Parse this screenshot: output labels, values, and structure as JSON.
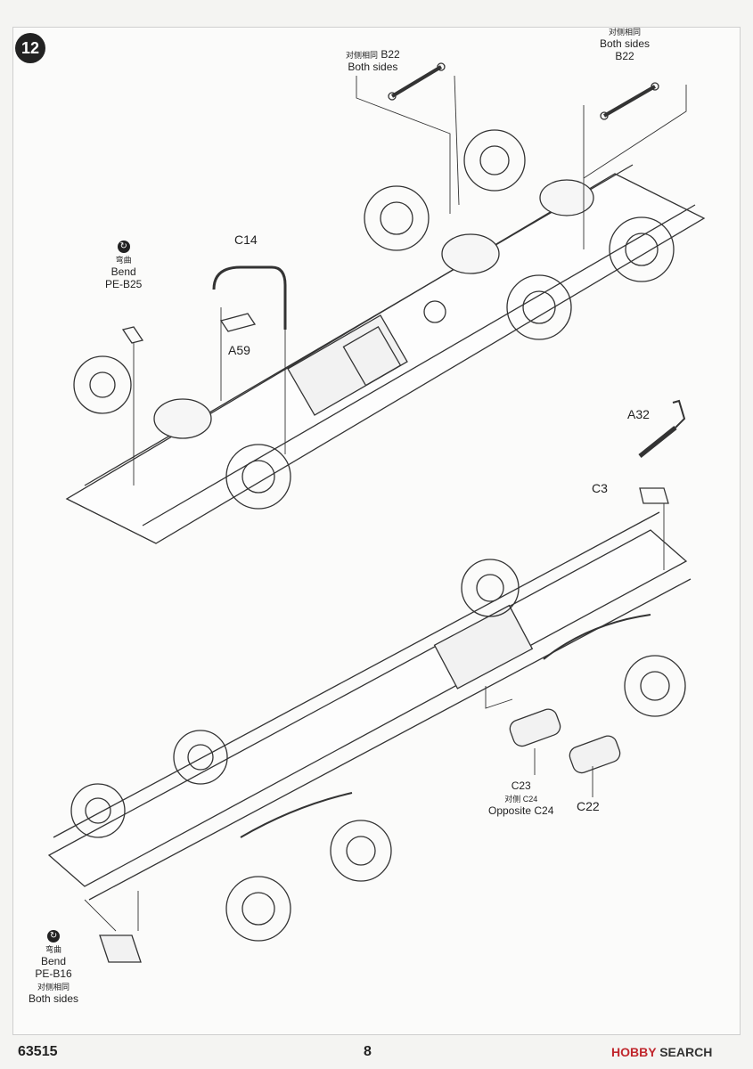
{
  "step": {
    "number": "12"
  },
  "parts": {
    "b22_left": {
      "cn": "对侧相同",
      "code": "B22",
      "en": "Both sides"
    },
    "b22_right": {
      "cn": "对侧相同",
      "en": "Both sides",
      "code": "B22"
    },
    "bend_top": {
      "cn": "弯曲",
      "en": "Bend",
      "code": "PE-B25"
    },
    "c14": {
      "code": "C14"
    },
    "a59": {
      "code": "A59"
    },
    "a32": {
      "code": "A32"
    },
    "c3": {
      "code": "C3"
    },
    "c23": {
      "code": "C23",
      "cn": "对侧 C24",
      "en": "Opposite C24"
    },
    "c22": {
      "code": "C22"
    },
    "bend_bottom": {
      "cn": "弯曲",
      "en": "Bend",
      "code": "PE-B16",
      "cn2": "对侧相同",
      "en2": "Both sides"
    }
  },
  "footer": {
    "product_code": "63515",
    "page": "8"
  },
  "watermark": {
    "logo": "HOBBY",
    "text": "SEARCH"
  }
}
